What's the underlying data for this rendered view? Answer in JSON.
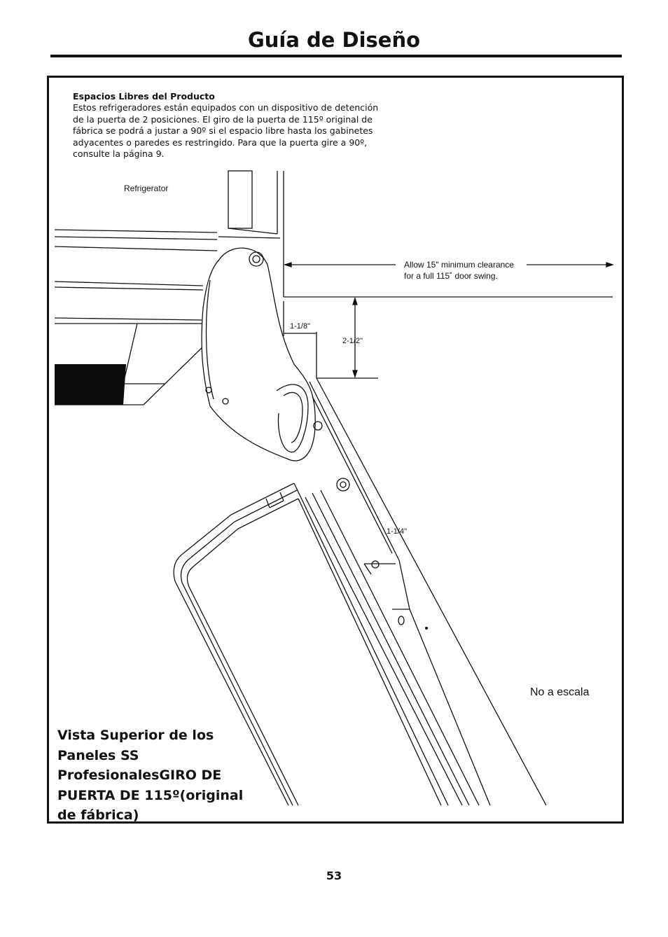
{
  "header": {
    "title": "Guía de Diseño"
  },
  "note": {
    "heading": "Espacios Libres del Producto",
    "body": "Estos refrigeradores están equipados con un dispositivo de detención de la puerta de 2 posiciones. El giro de la puerta de 115º original de fábrica se podrá a justar a 90º si el espacio libre hasta los gabinetes adyacentes o paredes es restringido. Para que la puerta gire a 90º, consulte la página 9."
  },
  "diagram": {
    "refrigerator_label": "Refrigerator",
    "clearance_line1": "Allow 15\" minimum clearance",
    "clearance_line2": "for a full 115˚ door swing.",
    "dim_1_1_8": "1-1/8\"",
    "dim_2_1_2": "2-1/2\"",
    "dim_1_1_4": "1-1/4\"",
    "scale_note": "No a escala",
    "caption": "Vista Superior de los Paneles SS ProfesionalesGIRO DE PUERTA DE 115º(original de fábrica)"
  },
  "footer": {
    "page_number": "53"
  }
}
